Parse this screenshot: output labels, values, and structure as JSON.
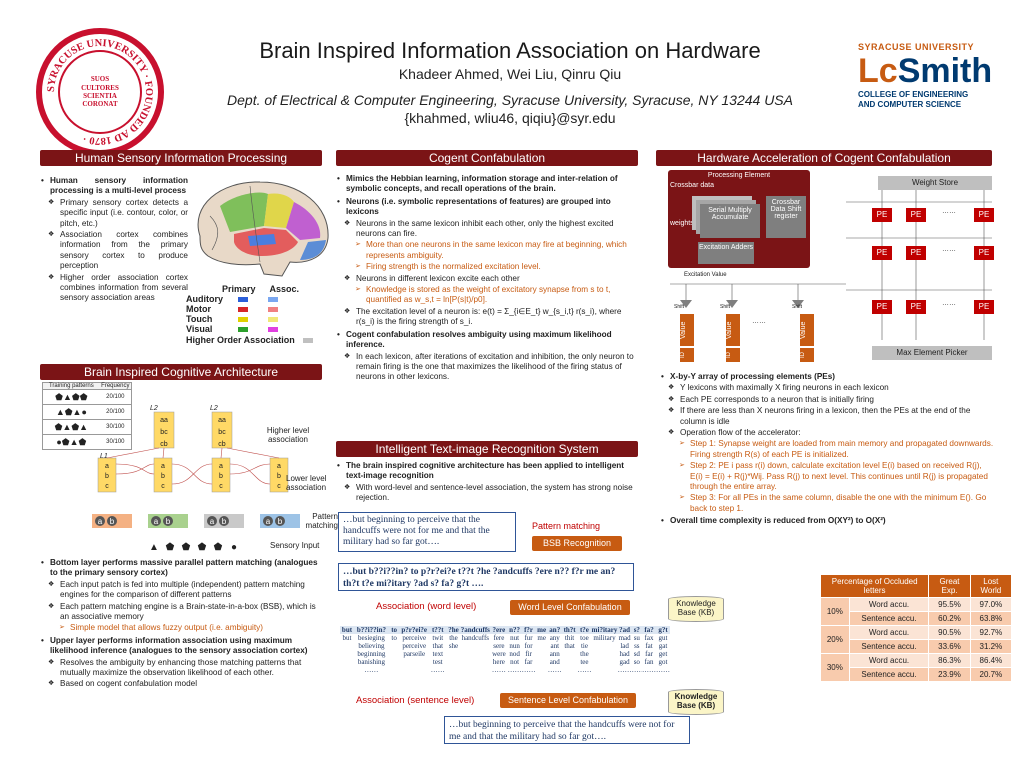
{
  "header": {
    "title": "Brain Inspired Information Association on Hardware",
    "authors": "Khadeer Ahmed, Wei Liu, Qinru Qiu",
    "dept": "Dept. of Electrical & Computer Engineering, Syracuse University, Syracuse, NY 13244 USA",
    "email": "{khahmed, wliu46, qiqiu}@syr.edu"
  },
  "seal": {
    "ring": "SYRACUSE UNIVERSITY · FOUNDED AD 1870 ·",
    "motto": [
      "SUOS",
      "CULTORES",
      "SCIENTIA",
      "CORONAT"
    ]
  },
  "logo": {
    "top": "SYRACUSE UNIVERSITY",
    "lc": "Lc",
    "smith": "Smith",
    "line1": "COLLEGE OF ENGINEERING",
    "line2": "AND COMPUTER SCIENCE"
  },
  "sections": {
    "human": "Human Sensory Information Processing",
    "cogent": "Cogent Confabulation",
    "hardware": "Hardware Acceleration of Cogent Confabulation",
    "brain_arch": "Brain Inspired Cognitive Architecture",
    "itr": "Intelligent Text-image Recognition System"
  },
  "human": {
    "b1": "Human sensory information processing is a multi-level process",
    "s1": "Primary sensory cortex detects a specific input (i.e. contour, color, or pitch, etc.)",
    "s2": "Association cortex combines information from the primary sensory cortex to produce perception",
    "s3": "Higher order association cortex combines information from several sensory association areas",
    "legend_primary": "Primary",
    "legend_assoc": "Assoc.",
    "legend": [
      "Auditory",
      "Motor",
      "Touch",
      "Visual",
      "Higher Order Association"
    ]
  },
  "arch": {
    "tp": "Training patterns",
    "freq": "Frequency",
    "freqs": [
      "20/100",
      "20/100",
      "30/100",
      "30/100"
    ],
    "l2": "L2",
    "l1": "L1",
    "higher": "Higher level association",
    "lower": "Lower level association",
    "pattern": "Pattern matching",
    "sensory": "Sensory Input",
    "b1": "Bottom layer performs massive parallel pattern matching (analogues to the primary sensory cortex)",
    "s1": "Each input patch is fed into multiple (independent) pattern matching engines for the comparison of different patterns",
    "s2": "Each pattern matching engine is a Brain-state-in-a-box (BSB), which is an associative memory",
    "t1": "Simple model that allows fuzzy output (i.e. ambiguity)",
    "b2": "Upper layer performs information association using maximum likelihood inference (analogues to the sensory association cortex)",
    "s3": "Resolves the ambiguity by enhancing those matching patterns that mutually maximize the observation likelihood of each other.",
    "s4": "Based on cogent confabulation model"
  },
  "cogent": {
    "b1": "Mimics the Hebbian learning, information storage and inter-relation of symbolic concepts, and recall operations of the brain.",
    "b2": "Neurons (i.e. symbolic representations of features) are grouped into lexicons",
    "s1": "Neurons in the same lexicon inhibit each other, only the highest excited neurons can fire.",
    "t1": "More than one neurons in the same lexicon may fire at beginning, which represents ambiguity.",
    "t2": "Firing strength is the normalized excitation level.",
    "s2": "Neurons in different lexicon excite each other",
    "t3": "Knowledge is stored as the weight of excitatory synapse from s to t, quantified as w_s,t = ln[P(s|t)/p0].",
    "s3": "The excitation level of a neuron is: e(t) = Σ_{i∈E_t} w_{s_i,t} r(s_i), where r(s_i) is the firing strength of s_i.",
    "b3": "Cogent confabulation resolves ambiguity using maximum likelihood inference.",
    "s4": "In each lexicon, after iterations of excitation and inhibition, the only neuron to remain firing is the one that maximizes the likelihood of the firing status of neurons in other lexicons."
  },
  "itr": {
    "b1": "The brain inspired cognitive architecture has been applied to intelligent text-image recognition",
    "s1": "With word-level and sentence-level association, the system has strong noise rejection.",
    "input_text": "…but beginning to perceive that the handcuffs were not for me and that the military had so far got….",
    "pattern_label": "Pattern matching",
    "bsb": "BSB Recognition",
    "ambig": "…but b??i??in? to p?r?ei?e t??t ?he ?andcuffs ?ere n?? f?r me an? th?t t?e mi?itary ?ad s? fa? g?t ….",
    "word_label": "Association (word level)",
    "word_btn": "Word Level Confabulation",
    "kb": "Knowledge Base (KB)",
    "sent_label": "Association (sentence level)",
    "sent_btn": "Sentence Level Confabulation",
    "output_text": "…but beginning to perceive that the handcuffs were not for me and that the military had so far got….",
    "grid_head": [
      "but",
      "b??i??in?",
      "to",
      "p?r?ei?e",
      "t??t",
      "?he",
      "?andcuffs",
      "?ere",
      "n??",
      "f?r",
      "me",
      "an?",
      "th?t",
      "t?e",
      "mi?itary",
      "?ad",
      "s?",
      "fa?",
      "g?t"
    ],
    "grid_rows": [
      [
        "but",
        "besieging",
        "to",
        "perceive",
        "twit",
        "the",
        "handcuffs",
        "fere",
        "nut",
        "fur",
        "me",
        "any",
        "thit",
        "toe",
        "military",
        "mad",
        "su",
        "fax",
        "gut"
      ],
      [
        "",
        "believing",
        "",
        "perceive",
        "that",
        "she",
        "",
        "sere",
        "nun",
        "for",
        "",
        "ant",
        "that",
        "tie",
        "",
        "lad",
        "ss",
        "fat",
        "gat"
      ],
      [
        "",
        "beginning",
        "",
        "parseile",
        "text",
        "",
        "",
        "were",
        "nod",
        "fir",
        "",
        "ann",
        "",
        "the",
        "",
        "had",
        "sd",
        "far",
        "get"
      ],
      [
        "",
        "banishing",
        "",
        "",
        "test",
        "",
        "",
        "here",
        "not",
        "far",
        "",
        "and",
        "",
        "tee",
        "",
        "gad",
        "so",
        "fan",
        "got"
      ],
      [
        "",
        "……",
        "",
        "",
        "……",
        "",
        "",
        "……",
        "……",
        "……",
        "",
        "……",
        "",
        "……",
        "",
        "……",
        "……",
        "……",
        "……"
      ]
    ]
  },
  "hw": {
    "pe_label": "Processing Element",
    "crossbar": "Crossbar data",
    "weights": "weights",
    "serial": "Serial Multiply Accumulate",
    "shift": "Crossbar Data Shift register",
    "adders": "Excitation Adders",
    "weight_store": "Weight Store",
    "pe": "PE",
    "dots": "……",
    "exc_value": "Excitation Value",
    "shift_lbl": "Shift",
    "value": "Value",
    "id": "ID",
    "picker": "Max Element Picker",
    "b1": "X-by-Y array of processing elements (PEs)",
    "s1": "Y lexicons with maximally X firing neurons in each lexicon",
    "s2": "Each PE corresponds to a neuron that is initially firing",
    "s3": "If there are less than X neurons firing in a lexicon, then the PEs at the end of the column is idle",
    "s4": "Operation flow of the accelerator:",
    "t1": "Step 1: Synapse weight are loaded from main memory and propagated downwards. Firing strength R(s) of each PE is initialized.",
    "t2": "Step 2: PE i pass r(i) down, calculate excitation level E(i) based on received R(j), E(i) = E(i) + R(j)*Wij. Pass R(j) to next level. This continues until R(j) is propagated through the entire array.",
    "t3": "Step 3: For all PEs in the same column, disable the one with the minimum E(). Go back to step 1.",
    "b2": "Overall time complexity is reduced from O(XY²) to O(X²)"
  },
  "results": {
    "headers": [
      "Percentage of Occluded letters",
      "",
      "Great Exp.",
      "Lost World"
    ],
    "rows": [
      {
        "pct": "10%",
        "type": "Word accu.",
        "great": "95.5%",
        "lost": "97.0%"
      },
      {
        "pct": "",
        "type": "Sentence accu.",
        "great": "60.2%",
        "lost": "63.8%"
      },
      {
        "pct": "20%",
        "type": "Word accu.",
        "great": "90.5%",
        "lost": "92.7%"
      },
      {
        "pct": "",
        "type": "Sentence accu.",
        "great": "33.6%",
        "lost": "31.2%"
      },
      {
        "pct": "30%",
        "type": "Word accu.",
        "great": "86.3%",
        "lost": "86.4%"
      },
      {
        "pct": "",
        "type": "Sentence accu.",
        "great": "23.9%",
        "lost": "20.7%"
      }
    ]
  },
  "colors": {
    "maroon": "#7b1416",
    "orange": "#c75b12",
    "navy": "#003a70",
    "red": "#c00000"
  }
}
